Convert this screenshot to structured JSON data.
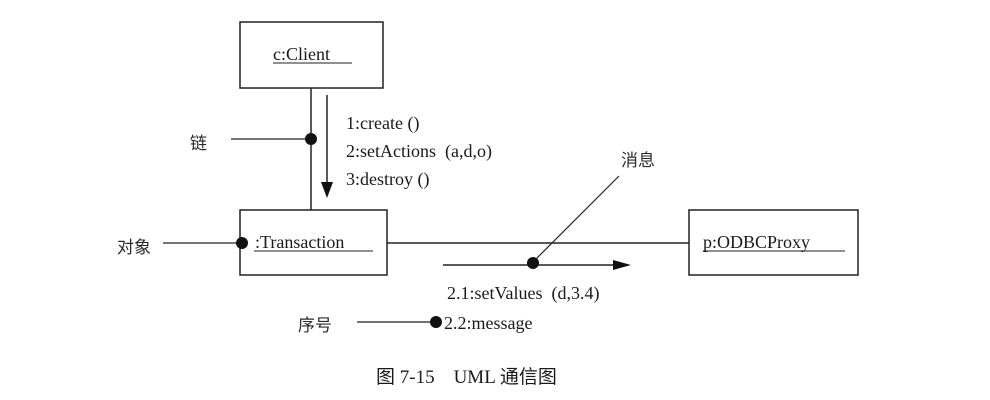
{
  "diagram": {
    "objects": {
      "client": "c:Client",
      "transaction": ":Transaction",
      "proxy": "p:ODBCProxy"
    },
    "messages": {
      "m1": "1:create ()",
      "m2": "2:setActions  (a,d,o)",
      "m3": "3:destroy ()",
      "m21": "2.1:setValues  (d,3.4)",
      "m22": "2.2:message"
    },
    "annotations": {
      "link": "链",
      "object": "对象",
      "message": "消息",
      "sequence": "序号"
    },
    "caption": "图 7-15    UML 通信图"
  }
}
